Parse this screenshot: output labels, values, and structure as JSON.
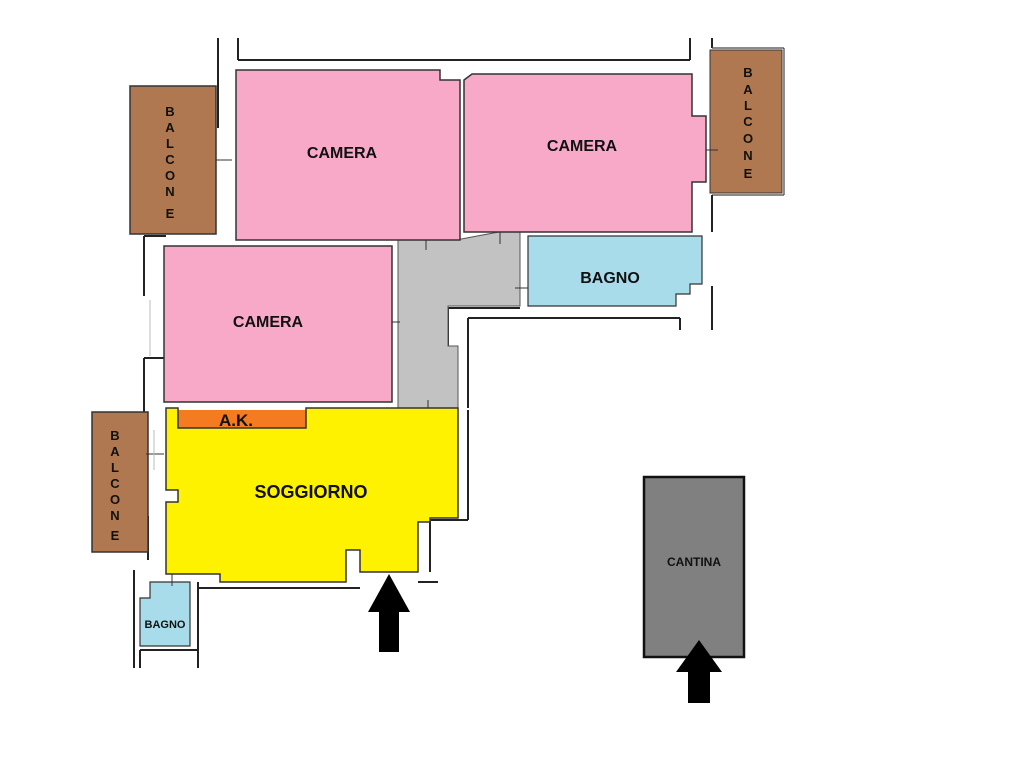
{
  "rooms": {
    "camera_top_left": "CAMERA",
    "camera_top_right": "CAMERA",
    "camera_left": "CAMERA",
    "bagno_main": "BAGNO",
    "bagno_small": "BAGNO",
    "soggiorno": "SOGGIORNO",
    "ak": "A.K.",
    "cantina": "CANTINA"
  },
  "balconies": {
    "label_letters": [
      "B",
      "A",
      "L",
      "C",
      "O",
      "N",
      "E"
    ]
  },
  "colors": {
    "camera": "#f9a9c8",
    "bagno": "#a8dcea",
    "soggiorno": "#fff200",
    "corridor": "#c2c2c2",
    "balcone": "#b07850",
    "ak": "#f47b20",
    "cantina": "#808080",
    "arrow": "#000000"
  },
  "icons": {
    "entrance_arrow": "up-arrow-icon",
    "cantina_arrow": "up-arrow-icon"
  }
}
